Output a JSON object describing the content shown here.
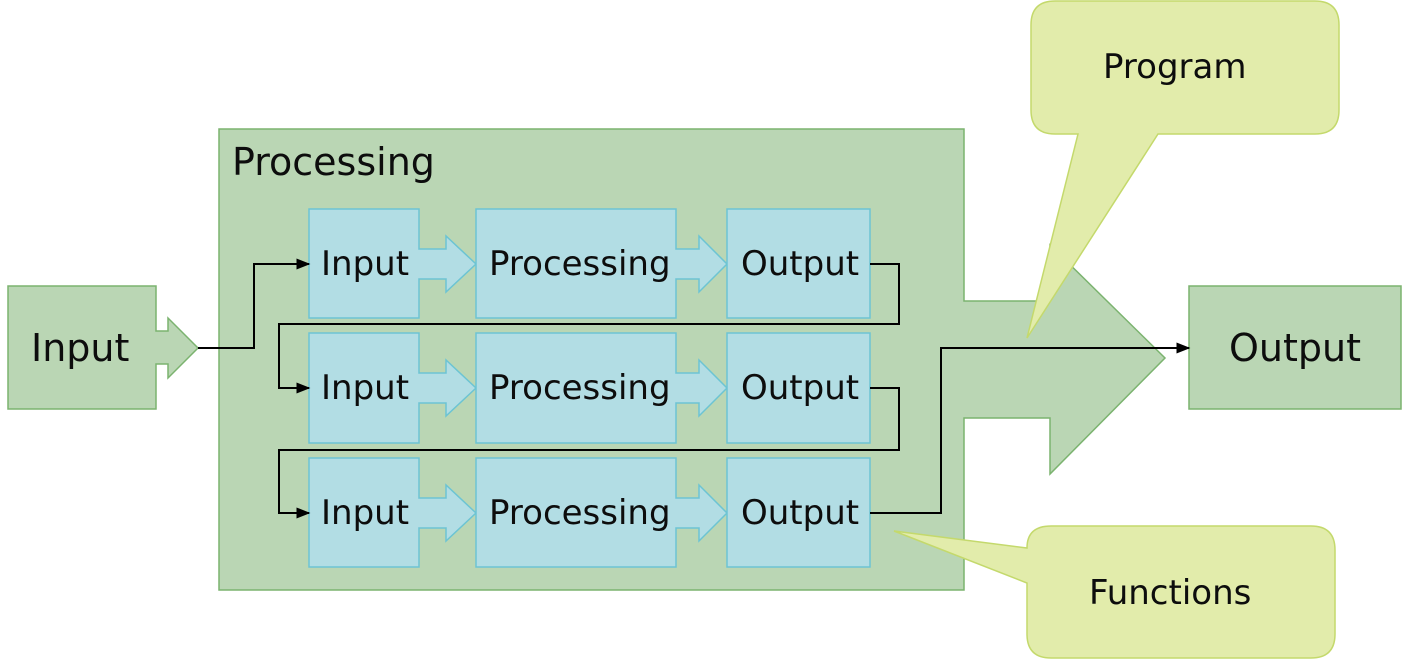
{
  "diagram": {
    "program_box": {
      "title": "Processing"
    },
    "outer_input": {
      "label": "Input"
    },
    "outer_output": {
      "label": "Output"
    },
    "rows": [
      {
        "input": "Input",
        "processing": "Processing",
        "output": "Output"
      },
      {
        "input": "Input",
        "processing": "Processing",
        "output": "Output"
      },
      {
        "input": "Input",
        "processing": "Processing",
        "output": "Output"
      }
    ],
    "callouts": {
      "program": "Program",
      "functions": "Functions"
    },
    "colors": {
      "program_fill": "#bad6b4",
      "program_stroke": "#7bb36f",
      "outer_box_fill": "#bad6b4",
      "function_fill": "#b2dde4",
      "function_stroke": "#6cc4d3",
      "callout_fill": "#e2ecab",
      "callout_stroke": "#c4d96c",
      "connector": "#000000"
    }
  }
}
